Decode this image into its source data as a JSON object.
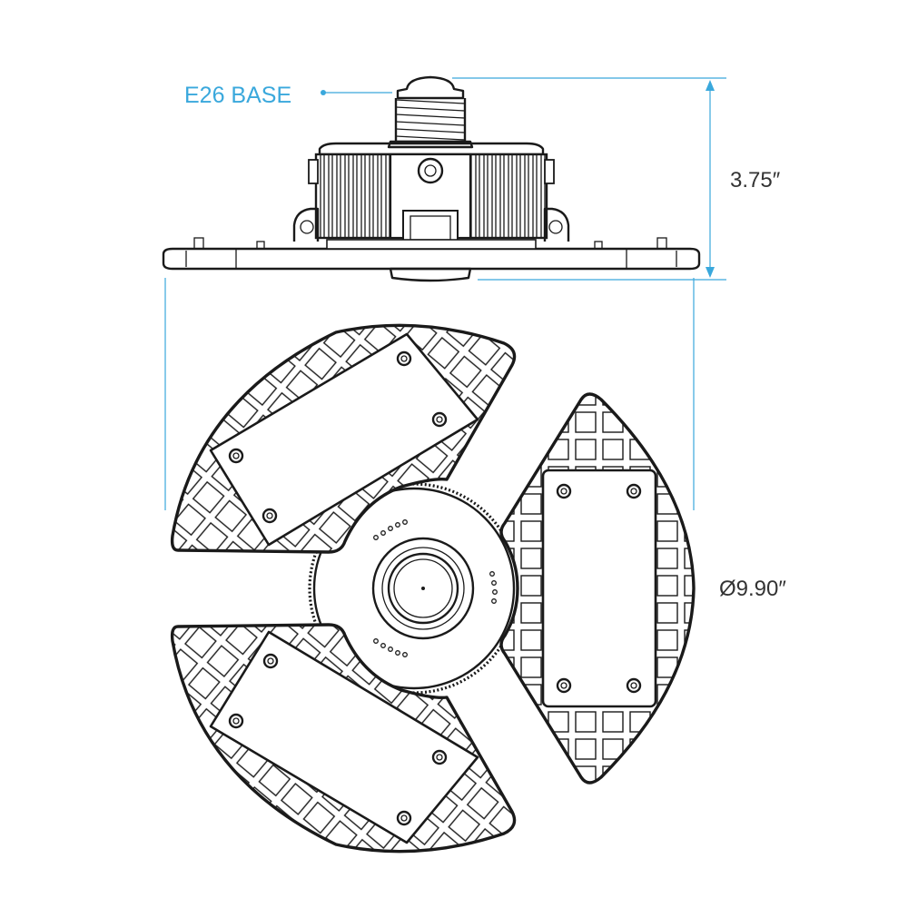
{
  "labels": {
    "base_callout": "E26 BASE",
    "height_dimension": "3.75″",
    "diameter_dimension": "Ø9.90″"
  },
  "colors": {
    "dimension_lines": "#3aa8dc",
    "drawing_lines": "#1a1a1a",
    "background": "#ffffff"
  }
}
